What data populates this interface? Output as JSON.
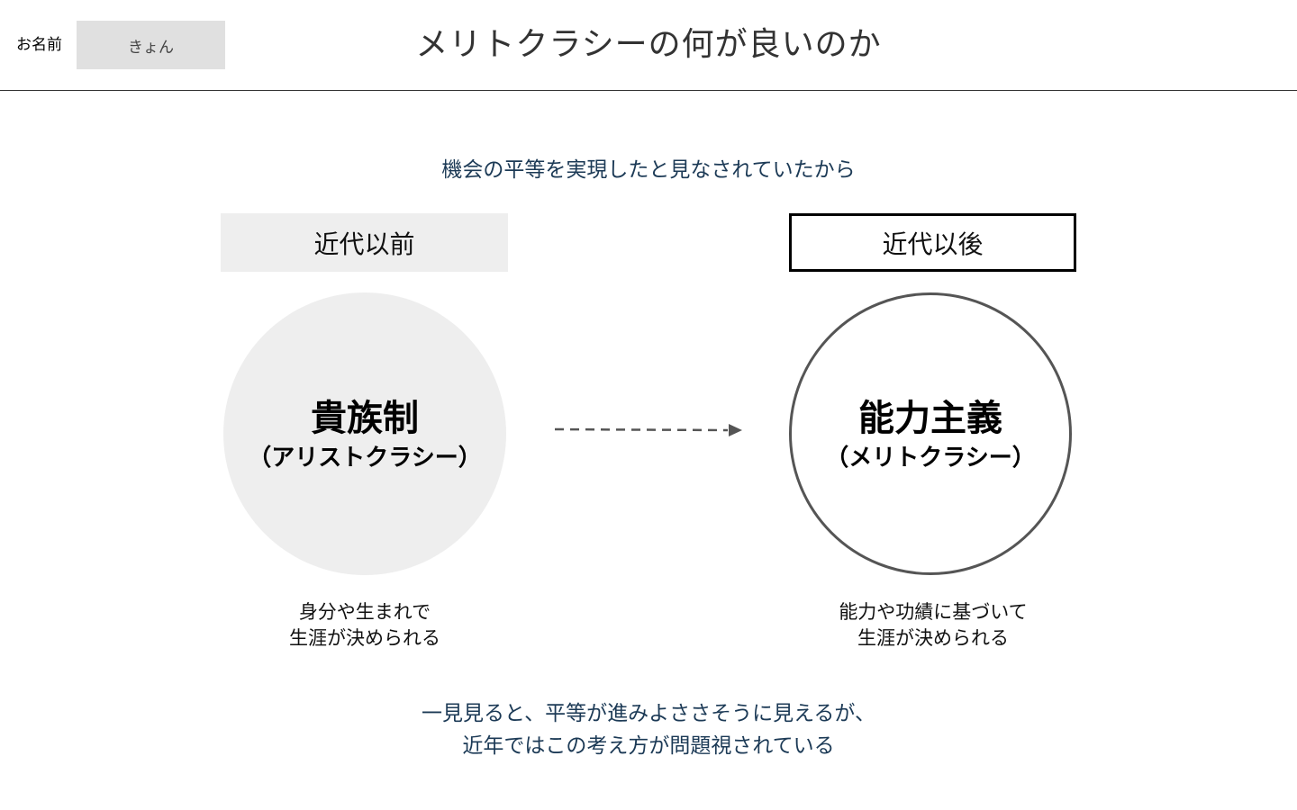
{
  "header": {
    "name_label": "お名前",
    "name_value": "きょん",
    "title": "メリトクラシーの何が良いのか"
  },
  "lead_text": "機会の平等を実現したと見なされていたから",
  "before": {
    "era_label": "近代以前",
    "main": "貴族制",
    "sub": "（アリストクラシー）",
    "desc_line1": "身分や生まれで",
    "desc_line2": "生涯が決められる"
  },
  "after": {
    "era_label": "近代以後",
    "main": "能力主義",
    "sub": "（メリトクラシー）",
    "desc_line1": "能力や功績に基づいて",
    "desc_line2": "生涯が決められる"
  },
  "conclusion": {
    "line1": "一見見ると、平等が進みよささそうに見えるが、",
    "line2": "近年ではこの考え方が問題視されている"
  },
  "colors": {
    "accent_text": "#1c3a56",
    "before_fill": "#eeeeee",
    "after_border": "#555555",
    "arrow": "#555555"
  },
  "icons": {
    "transition_arrow": "dashed-arrow-right-icon"
  }
}
